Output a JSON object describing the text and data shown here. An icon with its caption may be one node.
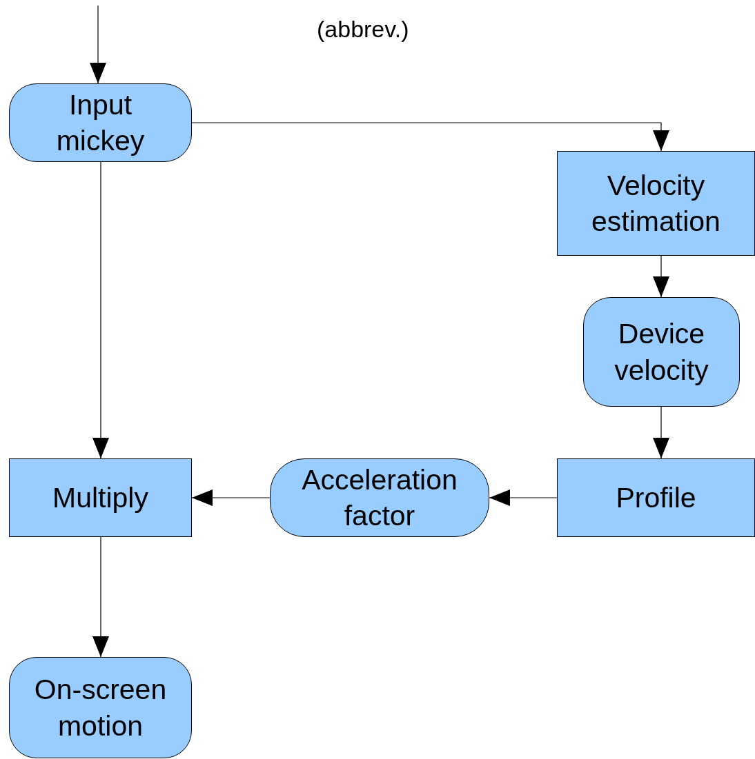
{
  "diagram": {
    "nodes": [
      {
        "text": [
          "Input mickey"
        ]
      },
      {
        "text": [
          "Velocity estimation"
        ]
      },
      {
        "text": [
          "Device velocity"
        ]
      },
      {
        "text": [
          "Profile"
        ]
      },
      {
        "text": [
          "Acceleration factor"
        ]
      },
      {
        "text": [
          "Multiply"
        ]
      },
      {
        "text": [
          "On-screen motion"
        ]
      }
    ],
    "edges": [
      {
        "from": null,
        "to": 0,
        "arrow": "to"
      },
      {
        "from": 0,
        "to": 1,
        "arrow": "to"
      },
      {
        "from": 1,
        "to": 2,
        "arrow": "to"
      },
      {
        "from": 2,
        "to": 3,
        "arrow": "to"
      },
      {
        "from": 3,
        "to": 4,
        "arrow": "to"
      },
      {
        "from": 4,
        "to": 5,
        "arrow": "to"
      },
      {
        "from": 0,
        "to": 5,
        "arrow": "to"
      },
      {
        "from": 5,
        "to": 6,
        "arrow": "to"
      }
    ],
    "labels": [
      "(abbrev.)"
    ]
  }
}
